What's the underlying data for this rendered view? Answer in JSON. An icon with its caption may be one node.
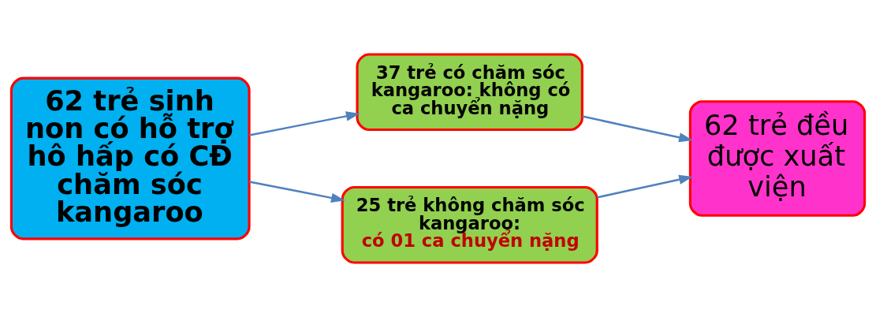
{
  "diagram": {
    "nodes": [
      {
        "text": [
          "62 trẻ sinh non có hỗ trợ hô hấp có CĐ chăm sóc kangaroo"
        ]
      },
      {
        "text": [
          "37 trẻ có chăm sóc kangaroo: không có ca chuyển nặng"
        ]
      },
      {
        "text": [
          "25 trẻ không chăm sóc kangaroo:",
          "có 01 ca chuyển nặng"
        ]
      },
      {
        "text": [
          "62 trẻ đều được xuất viện"
        ]
      }
    ],
    "edges": [
      {
        "from": 0,
        "to": 1,
        "arrow": "to"
      },
      {
        "from": 0,
        "to": 2,
        "arrow": "to"
      },
      {
        "from": 1,
        "to": 3,
        "arrow": "to"
      },
      {
        "from": 2,
        "to": 3,
        "arrow": "to"
      }
    ]
  }
}
